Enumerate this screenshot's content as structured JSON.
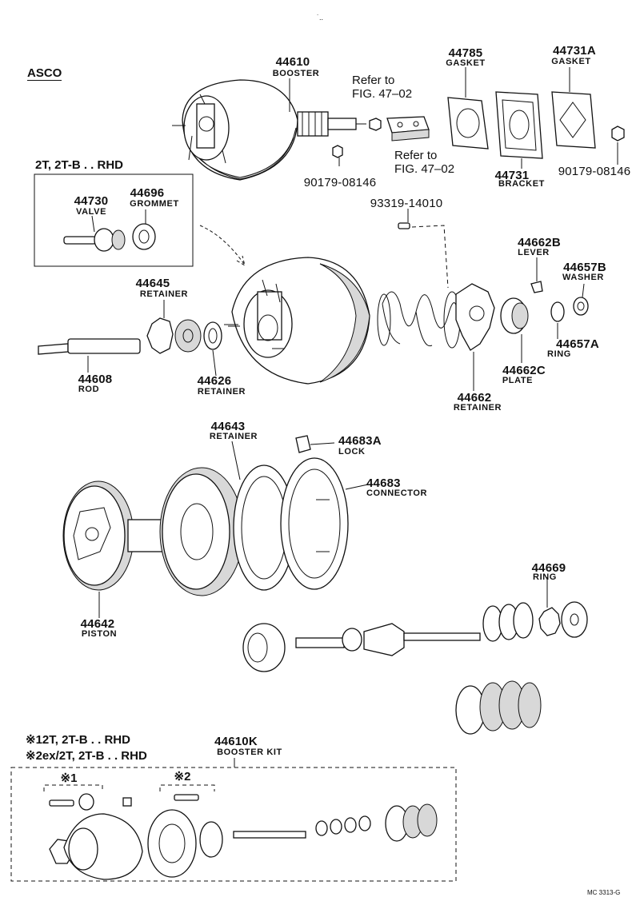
{
  "brand": "ASCO",
  "variant_box_title": "2T, 2T-B . . RHD",
  "parts": [
    {
      "id": "booster",
      "number": "44610",
      "name": "BOOSTER"
    },
    {
      "id": "gasket-1",
      "number": "44785",
      "name": "GASKET"
    },
    {
      "id": "gasket-2",
      "number": "44731A",
      "name": "GASKET"
    },
    {
      "id": "bracket",
      "number": "44731",
      "name": "BRACKET"
    },
    {
      "id": "nut-1",
      "number": "90179-08146",
      "name": ""
    },
    {
      "id": "nut-2",
      "number": "90179-08146",
      "name": ""
    },
    {
      "id": "valve",
      "number": "44730",
      "name": "VALVE"
    },
    {
      "id": "grommet",
      "number": "44696",
      "name": "GROMMET"
    },
    {
      "id": "screw",
      "number": "93319-14010",
      "name": ""
    },
    {
      "id": "lever",
      "number": "44662B",
      "name": "LEVER"
    },
    {
      "id": "washer",
      "number": "44657B",
      "name": "WASHER"
    },
    {
      "id": "retainer-44645",
      "number": "44645",
      "name": "RETAINER"
    },
    {
      "id": "ring-44657a",
      "number": "44657A",
      "name": "RING"
    },
    {
      "id": "plate",
      "number": "44662C",
      "name": "PLATE"
    },
    {
      "id": "rod",
      "number": "44608",
      "name": "ROD"
    },
    {
      "id": "retainer-44626",
      "number": "44626",
      "name": "RETAINER"
    },
    {
      "id": "retainer-44662",
      "number": "44662",
      "name": "RETAINER"
    },
    {
      "id": "retainer-44643",
      "number": "44643",
      "name": "RETAINER"
    },
    {
      "id": "lock",
      "number": "44683A",
      "name": "LOCK"
    },
    {
      "id": "connector",
      "number": "44683",
      "name": "CONNECTOR"
    },
    {
      "id": "ring-44669",
      "number": "44669",
      "name": "RING"
    },
    {
      "id": "piston",
      "number": "44642",
      "name": "PISTON"
    },
    {
      "id": "booster-kit",
      "number": "44610K",
      "name": "BOOSTER KIT"
    }
  ],
  "references": [
    {
      "line1": "Refer to",
      "line2": "FIG. 47–02"
    },
    {
      "line1": "Refer to",
      "line2": "FIG. 47–02"
    }
  ],
  "kit_notes": [
    {
      "mark": "※1",
      "text": "2T, 2T-B . . RHD"
    },
    {
      "mark": "※2",
      "text": "ex/2T, 2T-B . . RHD"
    }
  ],
  "kit_group_marks": [
    "※1",
    "※2"
  ],
  "footer_code": "MC 3313-G",
  "top_mark": "˙.."
}
